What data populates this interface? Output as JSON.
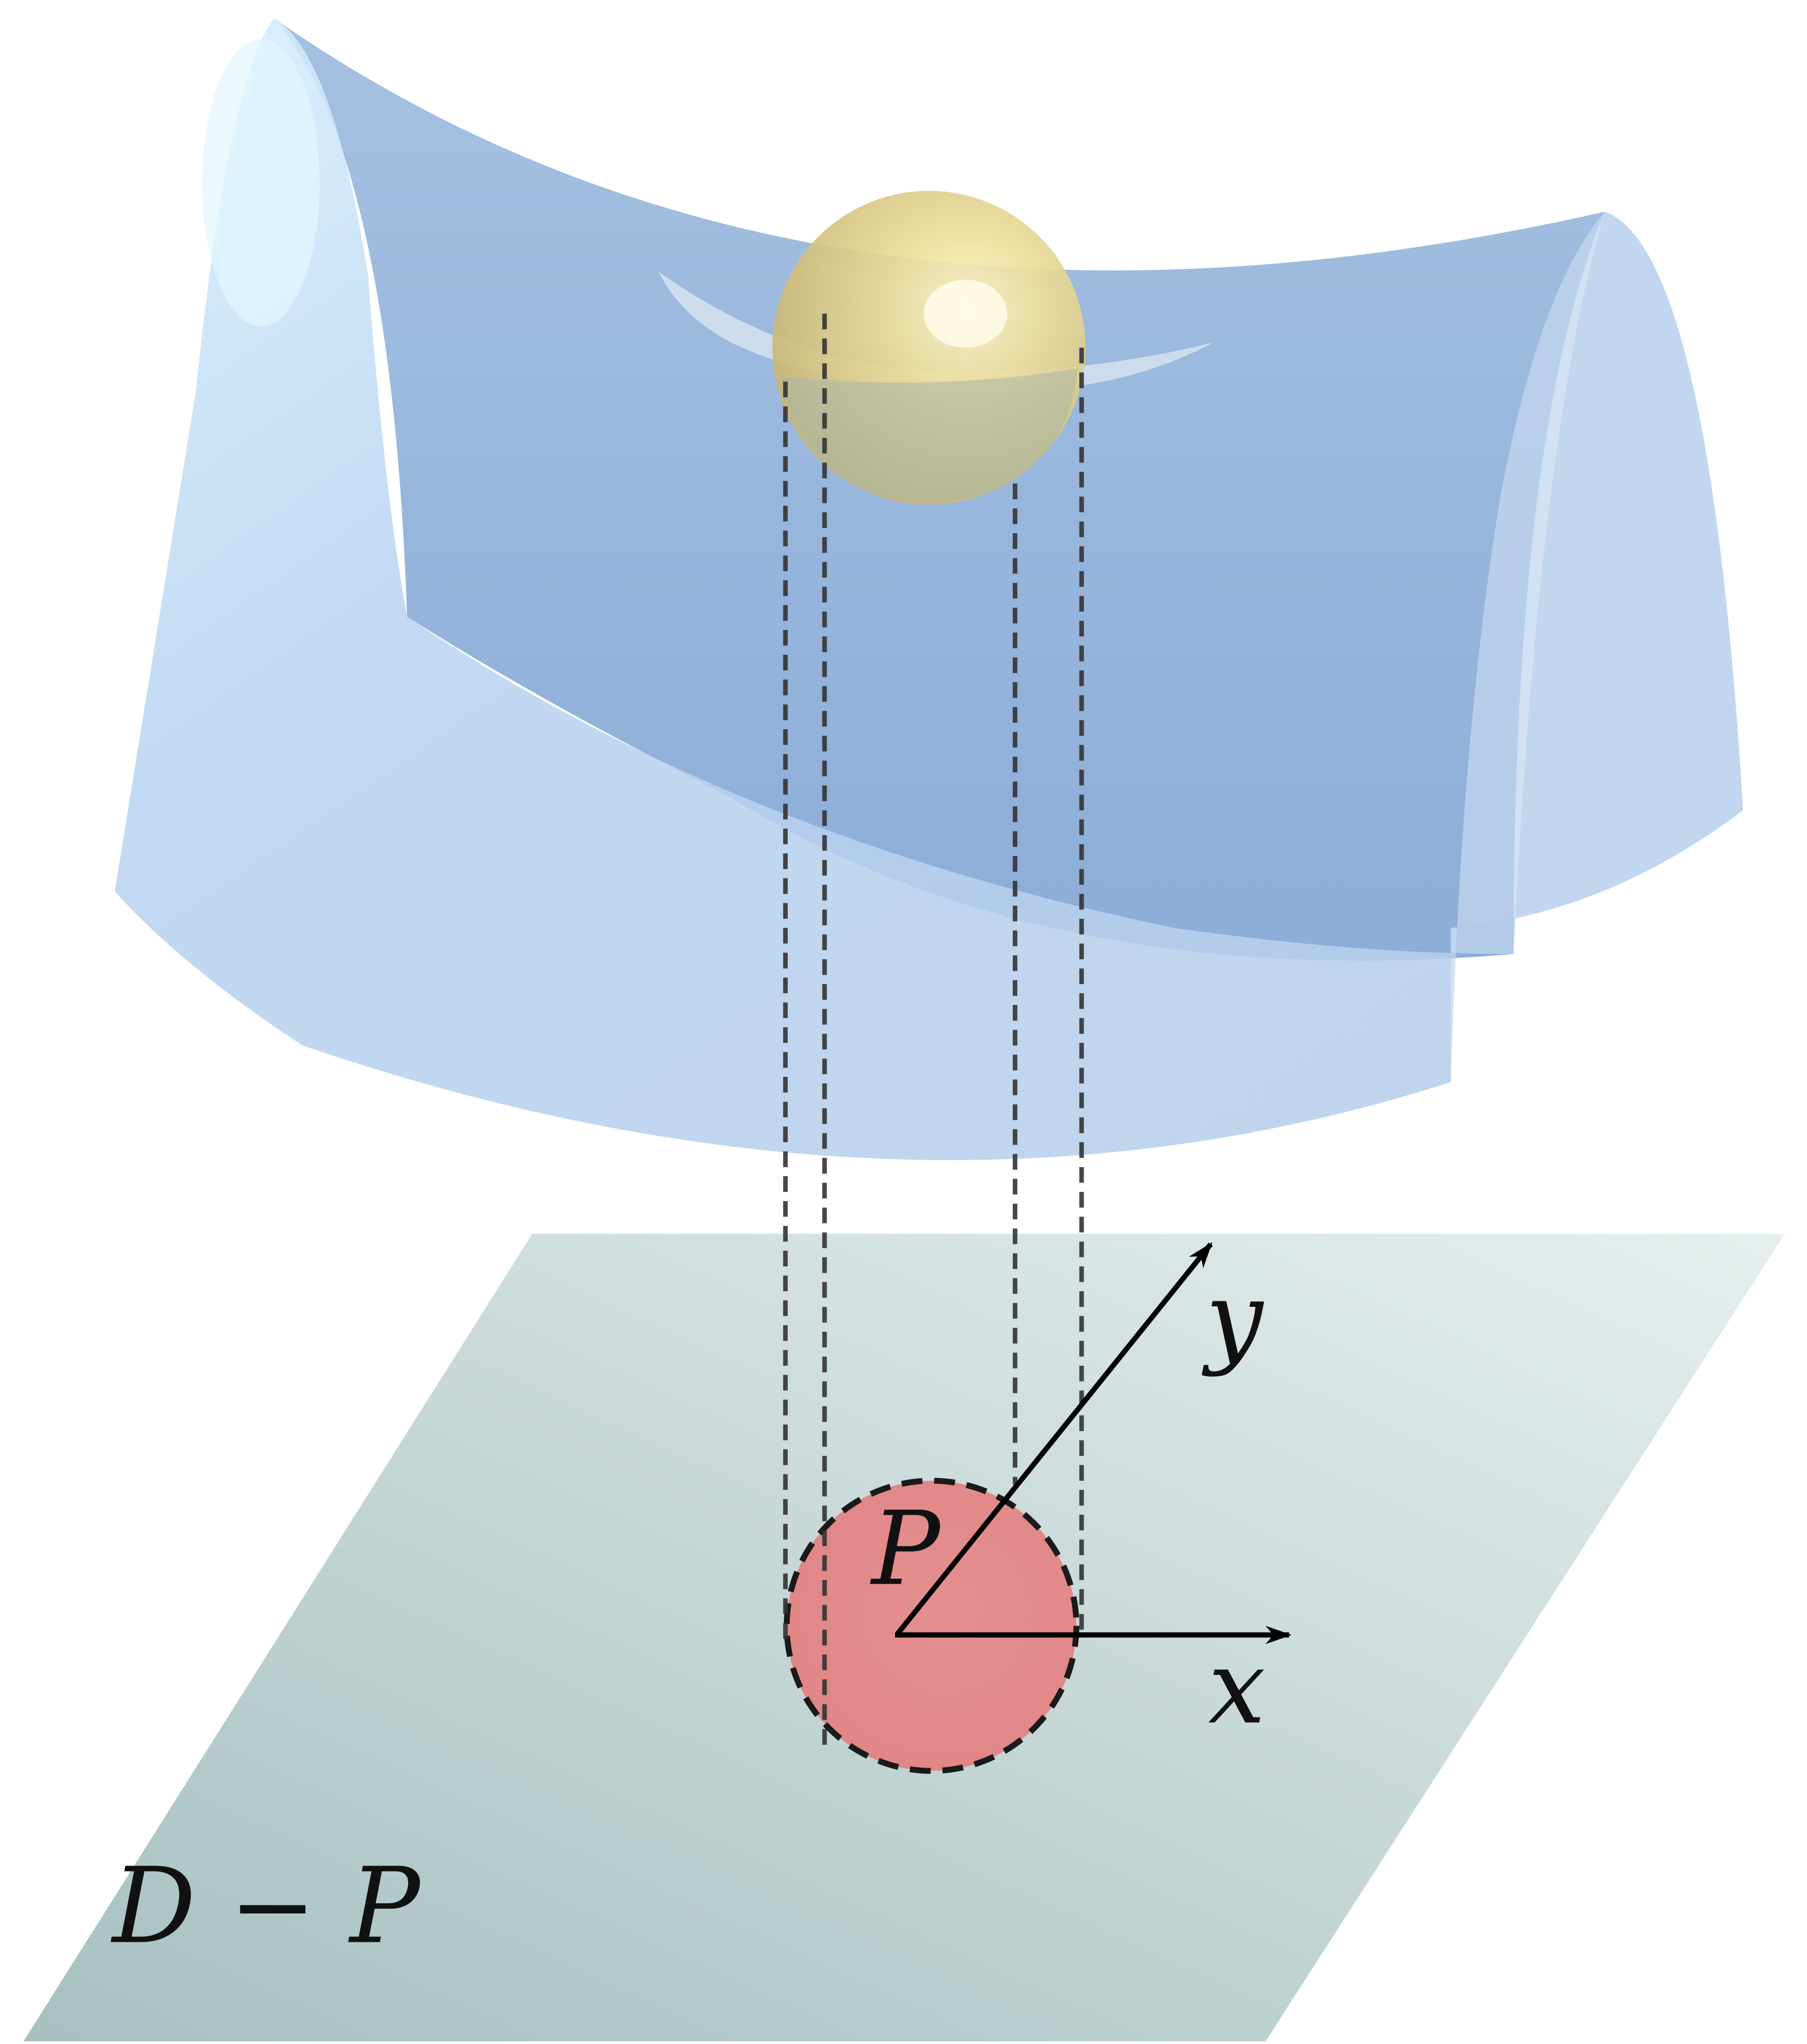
{
  "labels": {
    "point": "P",
    "y_axis": "y",
    "x_axis": "x",
    "domain": "D − P"
  },
  "colors": {
    "surface_light": "#d6f0ff",
    "surface_mid": "#b9d4f1",
    "surface_dark": "#86a9d6",
    "plane_dark": "#a6c0c0",
    "plane_light": "#e6eeee",
    "disk": "#e08484",
    "sphere_light": "#fbf3c8",
    "sphere_dark": "#c9b675",
    "line": "#333333",
    "axis": "#000000"
  }
}
